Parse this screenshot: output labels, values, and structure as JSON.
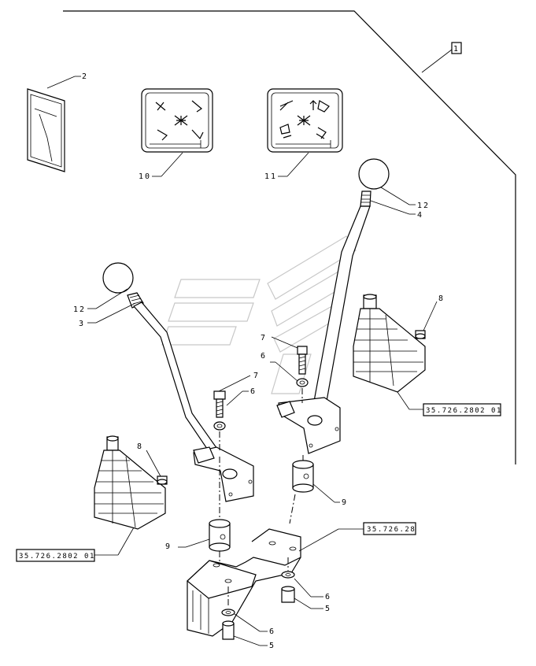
{
  "callouts": {
    "c1": "1",
    "c2": "2",
    "c3": "3",
    "c4": "4",
    "c5a": "5",
    "c5b": "5",
    "c6a": "6",
    "c6b": "6",
    "c6c": "6",
    "c6d": "6",
    "c7": "7",
    "c8a": "8",
    "c8b": "8",
    "c9a": "9",
    "c9b": "9",
    "c10": "10",
    "c11": "11",
    "c12a": "12",
    "c12b": "12"
  },
  "references": {
    "ref_boot_right": "35.726.2802 01",
    "ref_boot_left": "35.726.2802 01",
    "ref_plate": "35.726.28"
  }
}
